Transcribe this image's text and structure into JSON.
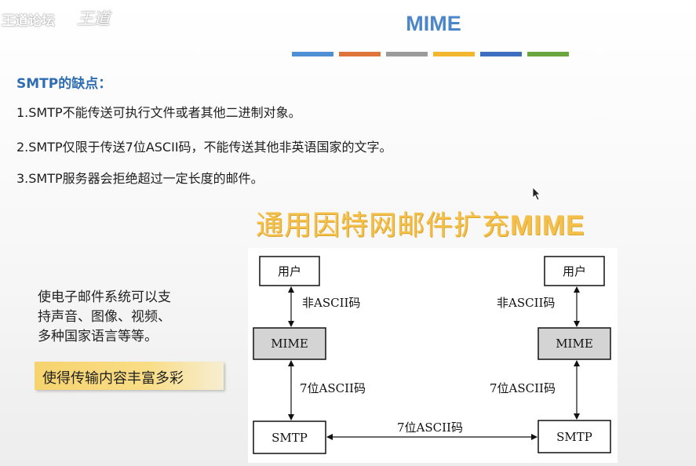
{
  "watermark": {
    "forum": "王道论坛",
    "logo_script": "王道"
  },
  "slide": {
    "title": "MIME",
    "title_bar_colors": [
      "#4f8fd3",
      "#e0753c",
      "#9b9b9b",
      "#f3b72f",
      "#3e6fbf",
      "#6aa53d"
    ],
    "section_heading": "SMTP的缺点：",
    "points": [
      "1.SMTP不能传送可执行文件或者其他二进制对象。",
      "2.SMTP仅限于传送7位ASCII码，不能传送其他非英语国家的文字。",
      "3.SMTP服务器会拒绝超过一定长度的邮件。"
    ],
    "big_title_cn": "通用因特网邮件扩充",
    "big_title_en": "MIME",
    "description": [
      "使电子邮件系统可以支",
      "持声音、图像、视频、",
      "多种国家语言等等。"
    ],
    "highlight": "使得传输内容丰富多彩"
  },
  "diagram": {
    "left": {
      "user": "用户",
      "mime": "MIME",
      "smtp": "SMTP",
      "upper_link": "非ASCII码",
      "lower_link": "7位ASCII码"
    },
    "right": {
      "user": "用户",
      "mime": "MIME",
      "smtp": "SMTP",
      "upper_link": "非ASCII码",
      "lower_link": "7位ASCII码"
    },
    "bottom_link": "7位ASCII码",
    "mime_fill": "#d4d4d4"
  }
}
